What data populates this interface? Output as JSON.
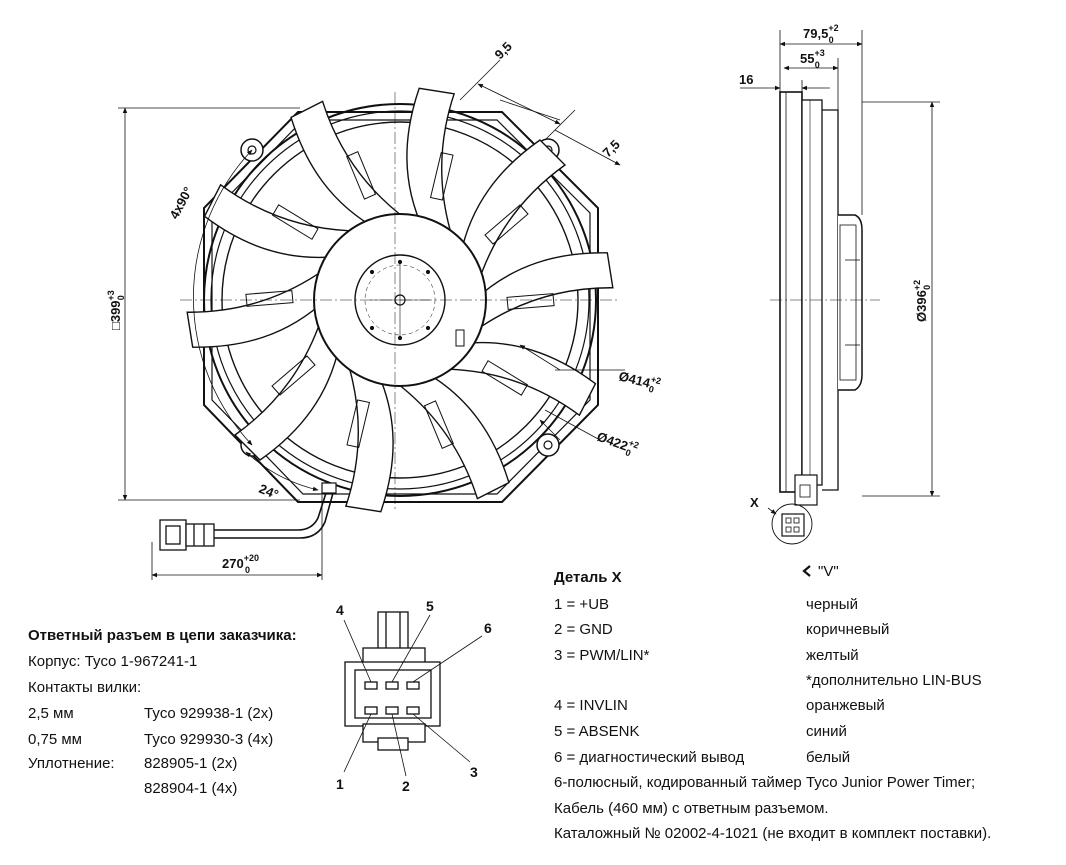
{
  "dimensions": {
    "d95": "9,5",
    "d75": "7,5",
    "angle4x90": "4x90°",
    "square399": "□399",
    "square399_tol": "+3",
    "square399_tol2": "0",
    "dia414": "Ø414",
    "dia414_tol": "+2",
    "dia414_tol2": "0",
    "dia422": "Ø422",
    "dia422_tol": "+2",
    "dia422_tol2": "0",
    "angle24": "24°",
    "cable270": "270",
    "cable270_tol": "+20",
    "cable270_tol2": "0",
    "side795": "79,5",
    "side795_tol": "+2",
    "side795_tol2": "0",
    "side55": "55",
    "side55_tol": "+3",
    "side55_tol2": "0",
    "side16": "16",
    "dia396": "Ø396",
    "dia396_tol": "+2",
    "dia396_tol2": "0",
    "detail_marker": "X"
  },
  "connector_pins": [
    "1",
    "2",
    "3",
    "4",
    "5",
    "6"
  ],
  "mating": {
    "title": "Ответный разъем в цепи заказчика:",
    "housing": "Корпус: Tyco 1-967241-1",
    "contacts_label": "Контакты вилки:",
    "rows": [
      {
        "label": "2,5 мм",
        "value": "Tyco 929938-1 (2x)"
      },
      {
        "label": "0,75 мм",
        "value": "Tyco 929930-3 (4x)"
      },
      {
        "label": "Уплотнение:",
        "value": "828905-1 (2x)"
      },
      {
        "label": "",
        "value": "828904-1 (4x)"
      }
    ]
  },
  "detail": {
    "title": "Деталь X",
    "view_label": "\"V\"",
    "pins": [
      {
        "pin": "1 = +UB",
        "color": "черный"
      },
      {
        "pin": "2 = GND",
        "color": "коричневый"
      },
      {
        "pin": "3 = PWM/LIN*",
        "color": "желтый"
      },
      {
        "pin": "",
        "color": "*дополнительно LIN-BUS"
      },
      {
        "pin": "4 = INVLIN",
        "color": "оранжевый"
      },
      {
        "pin": "5 = ABSENK",
        "color": "синий"
      },
      {
        "pin": "6 = диагностический вывод",
        "color": "белый"
      }
    ],
    "notes": [
      "6-полюсный, кодированный таймер Tyco Junior Power Timer;",
      "Кабель (460 мм) с ответным разъемом.",
      "Каталожный № 02002-4-1021 (не входит в комплект поставки)."
    ]
  }
}
